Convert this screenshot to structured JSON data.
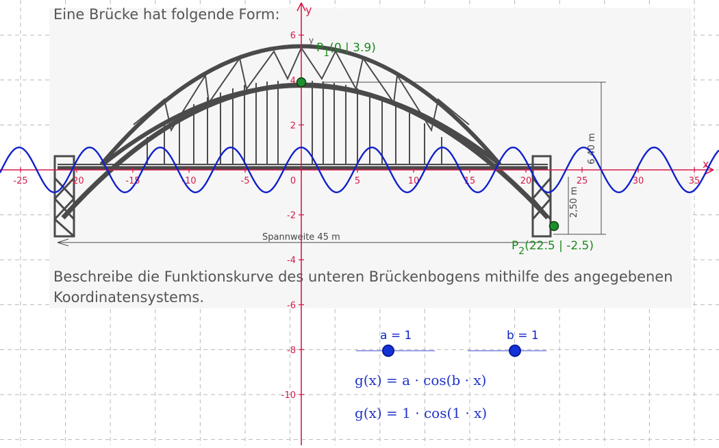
{
  "worksheet": {
    "heading": "Eine Brücke hat folgende Form:",
    "task_line1": "Beschreibe die Funktionskurve des unteren Brückenbogens mithilfe des angegebenen",
    "task_line2": "Koordinatensystems.",
    "span_label": "Spannweite 45 m",
    "height_label": "6,40 m",
    "height_label2": "2,50 m",
    "small_y_label": "y"
  },
  "axes": {
    "x_label": "x",
    "y_label": "y",
    "x_range": [
      -27,
      37
    ],
    "y_range": [
      -12,
      7.5
    ],
    "x_ticks": [
      "-25",
      "-20",
      "-15",
      "-10",
      "-5",
      "0",
      "5",
      "10",
      "15",
      "20",
      "25",
      "30",
      "35"
    ],
    "y_ticks": [
      "6",
      "4",
      "2",
      "-2",
      "-4",
      "-6",
      "-8",
      "-10"
    ],
    "grid": true,
    "axis_color": "#d61a4a",
    "grid_color": "#b8b8b8"
  },
  "points": {
    "p1": {
      "label": "P",
      "subscript": "1",
      "coords": "(0 | 3.9)",
      "x": 0,
      "y": 3.9,
      "color": "#1a8a1a"
    },
    "p2": {
      "label": "P",
      "subscript": "2",
      "coords": "(22.5 | -2.5)",
      "x": 22.5,
      "y": -2.5,
      "color": "#1a8a1a"
    }
  },
  "curve": {
    "a": 1,
    "b": 1,
    "color": "#1020cc"
  },
  "sliders": {
    "a": {
      "label": "a = 1",
      "value": 1
    },
    "b": {
      "label": "b = 1",
      "value": 1
    }
  },
  "formulas": {
    "general": "g(x) = a · cos(b · x)",
    "substituted": "g(x) = 1 · cos(1 · x)"
  }
}
